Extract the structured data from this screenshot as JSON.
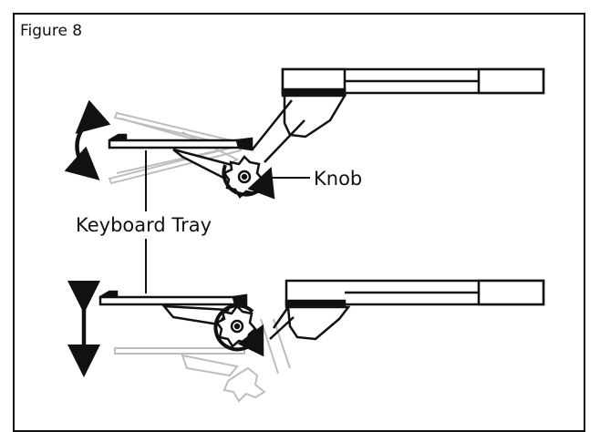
{
  "figure": {
    "title": "Figure 8",
    "labels": {
      "knob": "Knob",
      "keyboard_tray": "Keyboard Tray"
    },
    "colors": {
      "ink": "#111111",
      "ghost": "#b8b8b8",
      "background": "#ffffff"
    }
  }
}
